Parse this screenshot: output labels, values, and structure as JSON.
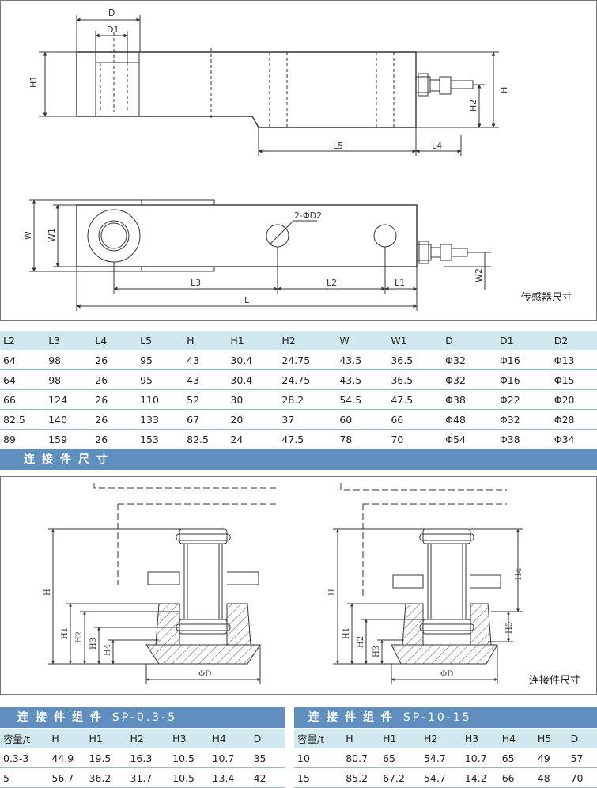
{
  "sensor_caption": "传感器尺寸",
  "connector_caption": "连接件尺寸",
  "drawing_labels": {
    "D": "D",
    "D1": "D1",
    "H1": "H1",
    "H": "H",
    "H2": "H2",
    "L5": "L5",
    "L4": "L4",
    "W": "W",
    "W1": "W1",
    "W2": "W2",
    "L3": "L3",
    "L2": "L2",
    "L1": "L1",
    "L": "L",
    "hole": "2-ΦD2",
    "cH": "H",
    "cH1": "H1",
    "cH2": "H2",
    "cH3": "H3",
    "cH4": "H4",
    "cH5": "H5",
    "cD": "ΦD"
  },
  "sensor_table": {
    "headers": [
      "L2",
      "L3",
      "L4",
      "L5",
      "H",
      "H1",
      "H2",
      "W",
      "W1",
      "D",
      "D1",
      "D2"
    ],
    "rows": [
      [
        "64",
        "98",
        "26",
        "95",
        "43",
        "30.4",
        "24.75",
        "43.5",
        "36.5",
        "Φ32",
        "Φ16",
        "Φ13"
      ],
      [
        "64",
        "98",
        "26",
        "95",
        "43",
        "30.4",
        "24.75",
        "43.5",
        "36.5",
        "Φ32",
        "Φ16",
        "Φ15"
      ],
      [
        "66",
        "124",
        "26",
        "110",
        "52",
        "30",
        "28.2",
        "54.5",
        "47.5",
        "Φ38",
        "Φ22",
        "Φ20"
      ],
      [
        "82.5",
        "140",
        "26",
        "133",
        "67",
        "20",
        "37",
        "60",
        "66",
        "Φ48",
        "Φ32",
        "Φ28"
      ],
      [
        "89",
        "159",
        "26",
        "153",
        "82.5",
        "24",
        "47.5",
        "78",
        "70",
        "Φ54",
        "Φ38",
        "Φ34"
      ]
    ]
  },
  "connector_section_title": "连接件尺寸",
  "assembly_a": {
    "title": "连接件组件",
    "code": "SP-0.3-5",
    "headers": [
      "容量/t",
      "H",
      "H1",
      "H2",
      "H3",
      "H4",
      "D"
    ],
    "rows": [
      [
        "0.3-3",
        "44.9",
        "19.5",
        "16.3",
        "10.5",
        "10.7",
        "35"
      ],
      [
        "5",
        "56.7",
        "36.2",
        "31.7",
        "10.5",
        "13.4",
        "42"
      ]
    ]
  },
  "assembly_b": {
    "title": "连接件组件",
    "code": "SP-10-15",
    "headers": [
      "容量/t",
      "H",
      "H1",
      "H2",
      "H3",
      "H4",
      "H5",
      "D"
    ],
    "rows": [
      [
        "10",
        "80.7",
        "65",
        "54.7",
        "10.7",
        "65",
        "49",
        "57"
      ],
      [
        "15",
        "85.2",
        "67.2",
        "54.7",
        "14.2",
        "66",
        "48",
        "70"
      ]
    ]
  }
}
